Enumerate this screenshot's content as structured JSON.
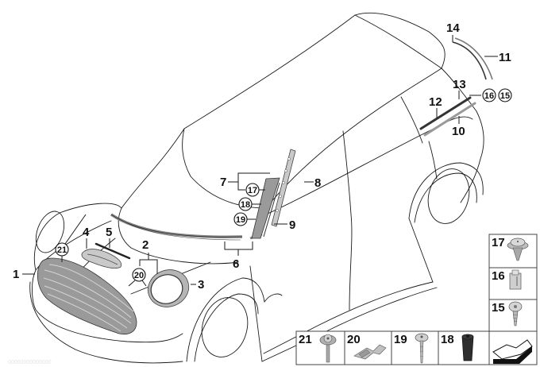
{
  "diagram": {
    "title": "MINI Clubman exterior trim parts diagram",
    "callouts": [
      {
        "id": "1",
        "label": "1",
        "part": "Radiator grille"
      },
      {
        "id": "2",
        "label": "2",
        "part": "Headlight trim ring set"
      },
      {
        "id": "3",
        "label": "3",
        "part": "Headlight trim ring"
      },
      {
        "id": "4",
        "label": "4",
        "part": "Bonnet air scoop"
      },
      {
        "id": "5",
        "label": "5",
        "part": "Air scoop strip"
      },
      {
        "id": "6",
        "label": "6",
        "part": "Windscreen cowl trim"
      },
      {
        "id": "7",
        "label": "7",
        "part": "A-pillar cover"
      },
      {
        "id": "8",
        "label": "8",
        "part": "A-pillar bracket"
      },
      {
        "id": "9",
        "label": "9",
        "part": "A-pillar seal"
      },
      {
        "id": "10",
        "label": "10",
        "part": "Window trim strip"
      },
      {
        "id": "11",
        "label": "11",
        "part": "Roof spoiler trim"
      },
      {
        "id": "12",
        "label": "12",
        "part": "Window frame strip"
      },
      {
        "id": "13",
        "label": "13",
        "part": "C-pillar trim"
      },
      {
        "id": "14",
        "label": "14",
        "part": "Roof edge strip"
      }
    ],
    "fastener_refs": [
      {
        "label": "21",
        "near": "1"
      },
      {
        "label": "20",
        "near": "2"
      },
      {
        "label": "17",
        "near": "7"
      },
      {
        "label": "18",
        "near": "7"
      },
      {
        "label": "19",
        "near": "7"
      },
      {
        "label": "16",
        "near": "13"
      },
      {
        "label": "15",
        "near": "13"
      }
    ]
  },
  "parts_table": {
    "right_column": [
      {
        "label": "17",
        "icon": "push-rivet-icon"
      },
      {
        "label": "16",
        "icon": "clip-nut-icon"
      },
      {
        "label": "15",
        "icon": "torx-screw-icon"
      }
    ],
    "bottom_row": [
      {
        "label": "21",
        "icon": "flange-screw-icon"
      },
      {
        "label": "20",
        "icon": "spring-clip-icon"
      },
      {
        "label": "19",
        "icon": "washer-screw-icon"
      },
      {
        "label": "18",
        "icon": "rubber-grommet-icon"
      },
      {
        "label": "",
        "icon": "orientation-arrow-icon"
      }
    ]
  },
  "watermark": "00000000000000"
}
